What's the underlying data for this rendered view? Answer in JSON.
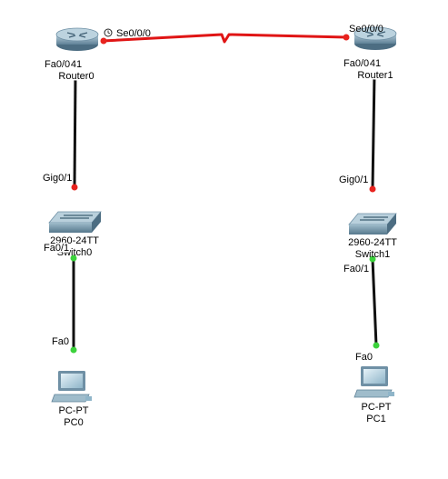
{
  "colors": {
    "serial_link": "#e01515",
    "ethernet_link": "#111111",
    "port_down": "#e8231e",
    "port_up": "#3cd23c",
    "device_body": "#7d9db2",
    "device_top": "#a9c4d3",
    "device_dark": "#4c6d82"
  },
  "devices": {
    "router0": {
      "model_label": "41",
      "name_label": "Router0"
    },
    "router1": {
      "model_label": "41",
      "name_label": "Router1"
    },
    "switch0": {
      "model_label": "2960-24TT",
      "name_label": "Switch0"
    },
    "switch1": {
      "model_label": "2960-24TT",
      "name_label": "Switch1"
    },
    "pc0": {
      "model_label": "PC-PT",
      "name_label": "PC0"
    },
    "pc1": {
      "model_label": "PC-PT",
      "name_label": "PC1"
    }
  },
  "ports": {
    "router0_serial": "Se0/0/0",
    "router1_serial": "Se0/0/0",
    "router0_fa": "Fa0/0",
    "router1_fa": "Fa0/0",
    "switch0_gig": "Gig0/1",
    "switch1_gig": "Gig0/1",
    "switch0_fa": "Fa0/1",
    "switch1_fa": "Fa0/1",
    "pc0_fa": "Fa0",
    "pc1_fa": "Fa0"
  },
  "icons": {
    "clock": "clock-icon"
  }
}
